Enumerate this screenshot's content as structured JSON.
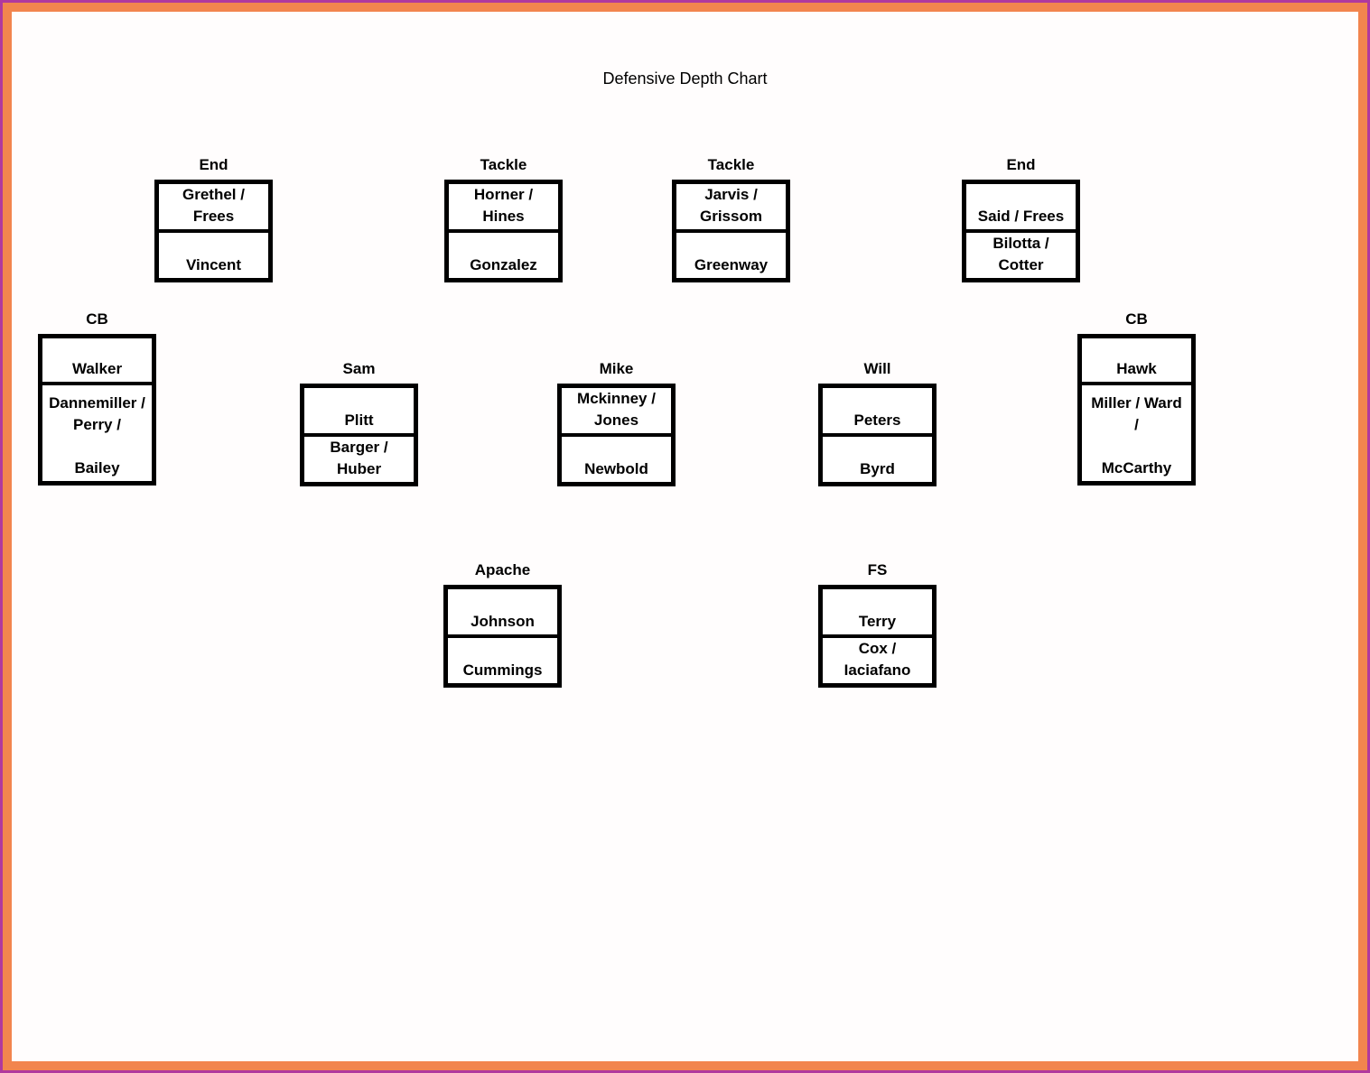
{
  "page": {
    "title": "Defensive Depth Chart",
    "colors": {
      "outer_border": "#b0399e",
      "inner_border": "#f2854e",
      "box_border": "#000000",
      "background": "#ffffff",
      "text": "#000000"
    }
  },
  "units": [
    {
      "position": "End",
      "cells": [
        {
          "lines": [
            "Grethel /",
            "Frees"
          ]
        },
        {
          "lines": [
            "Vincent"
          ]
        }
      ]
    },
    {
      "position": "Tackle",
      "cells": [
        {
          "lines": [
            "Horner /",
            "Hines"
          ]
        },
        {
          "lines": [
            "Gonzalez"
          ]
        }
      ]
    },
    {
      "position": "Tackle",
      "cells": [
        {
          "lines": [
            "Jarvis /",
            "Grissom"
          ]
        },
        {
          "lines": [
            "Greenway"
          ]
        }
      ]
    },
    {
      "position": "End",
      "cells": [
        {
          "lines": [
            "Said / Frees"
          ]
        },
        {
          "lines": [
            "Bilotta /",
            "Cotter"
          ]
        }
      ]
    },
    {
      "position": "CB",
      "cells": [
        {
          "lines": [
            "Walker"
          ]
        },
        {
          "lines": [
            "Dannemiller /",
            "Perry /",
            "",
            "Bailey"
          ]
        }
      ]
    },
    {
      "position": "Sam",
      "cells": [
        {
          "lines": [
            "Plitt"
          ]
        },
        {
          "lines": [
            "Barger /",
            "Huber"
          ]
        }
      ]
    },
    {
      "position": "Mike",
      "cells": [
        {
          "lines": [
            "Mckinney /",
            "Jones"
          ]
        },
        {
          "lines": [
            "Newbold"
          ]
        }
      ]
    },
    {
      "position": "Will",
      "cells": [
        {
          "lines": [
            "Peters"
          ]
        },
        {
          "lines": [
            "Byrd"
          ]
        }
      ]
    },
    {
      "position": "CB",
      "cells": [
        {
          "lines": [
            "Hawk"
          ]
        },
        {
          "lines": [
            "Miller / Ward",
            "/",
            "",
            "McCarthy"
          ]
        }
      ]
    },
    {
      "position": "Apache",
      "cells": [
        {
          "lines": [
            "Johnson"
          ]
        },
        {
          "lines": [
            "Cummings"
          ]
        }
      ]
    },
    {
      "position": "FS",
      "cells": [
        {
          "lines": [
            "Terry"
          ]
        },
        {
          "lines": [
            "Cox /",
            "Iaciafano"
          ]
        }
      ]
    }
  ]
}
